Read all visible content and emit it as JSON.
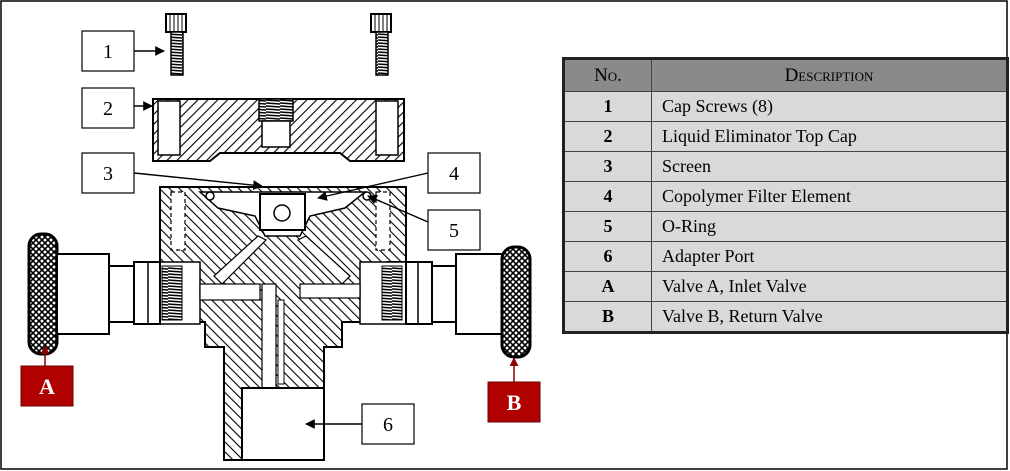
{
  "callouts": [
    "1",
    "2",
    "3",
    "4",
    "5",
    "6"
  ],
  "valves": [
    "A",
    "B"
  ],
  "colors": {
    "valve_tag": "#b00000",
    "table_header": "#8a8a8a",
    "table_body": "#d9d9d9"
  },
  "table": {
    "header_no": "No.",
    "header_desc": "Description",
    "rows": [
      {
        "no": "1",
        "desc": "Cap Screws (8)"
      },
      {
        "no": "2",
        "desc": "Liquid Eliminator Top Cap"
      },
      {
        "no": "3",
        "desc": "Screen"
      },
      {
        "no": "4",
        "desc": "Copolymer Filter Element"
      },
      {
        "no": "5",
        "desc": "O-Ring"
      },
      {
        "no": "6",
        "desc": "Adapter Port"
      },
      {
        "no": "A",
        "desc": "Valve A, Inlet Valve"
      },
      {
        "no": "B",
        "desc": "Valve B, Return Valve"
      }
    ]
  }
}
